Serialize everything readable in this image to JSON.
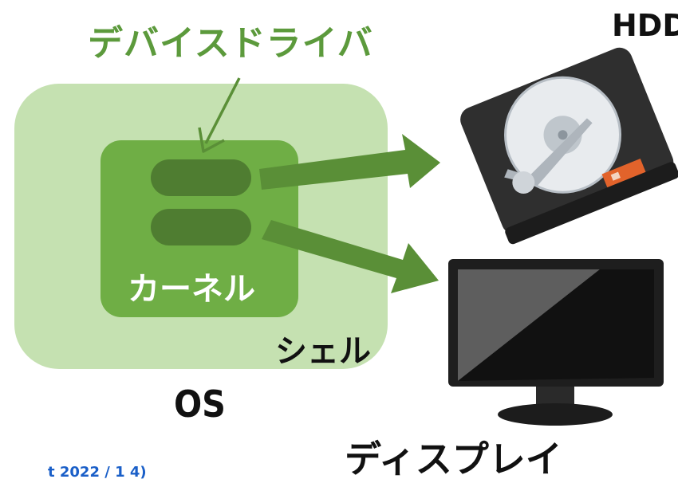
{
  "labels": {
    "device_driver": "デバイスドライバ",
    "kernel": "カーネル",
    "shell": "シェル",
    "os": "OS",
    "hdd": "HDD",
    "display": "ディスプレイ",
    "bottom_cut_text": "t 2022 / 1 4)"
  },
  "icons": {
    "hdd": "hard-disk-drive-illustration",
    "display": "monitor-illustration"
  },
  "colors": {
    "os_fill": "#c5e1b1",
    "kernel_fill": "#6fae45",
    "driver_pill": "#4f7d31",
    "arrow": "#5a8f37",
    "driver_label": "#5c9a3c"
  }
}
